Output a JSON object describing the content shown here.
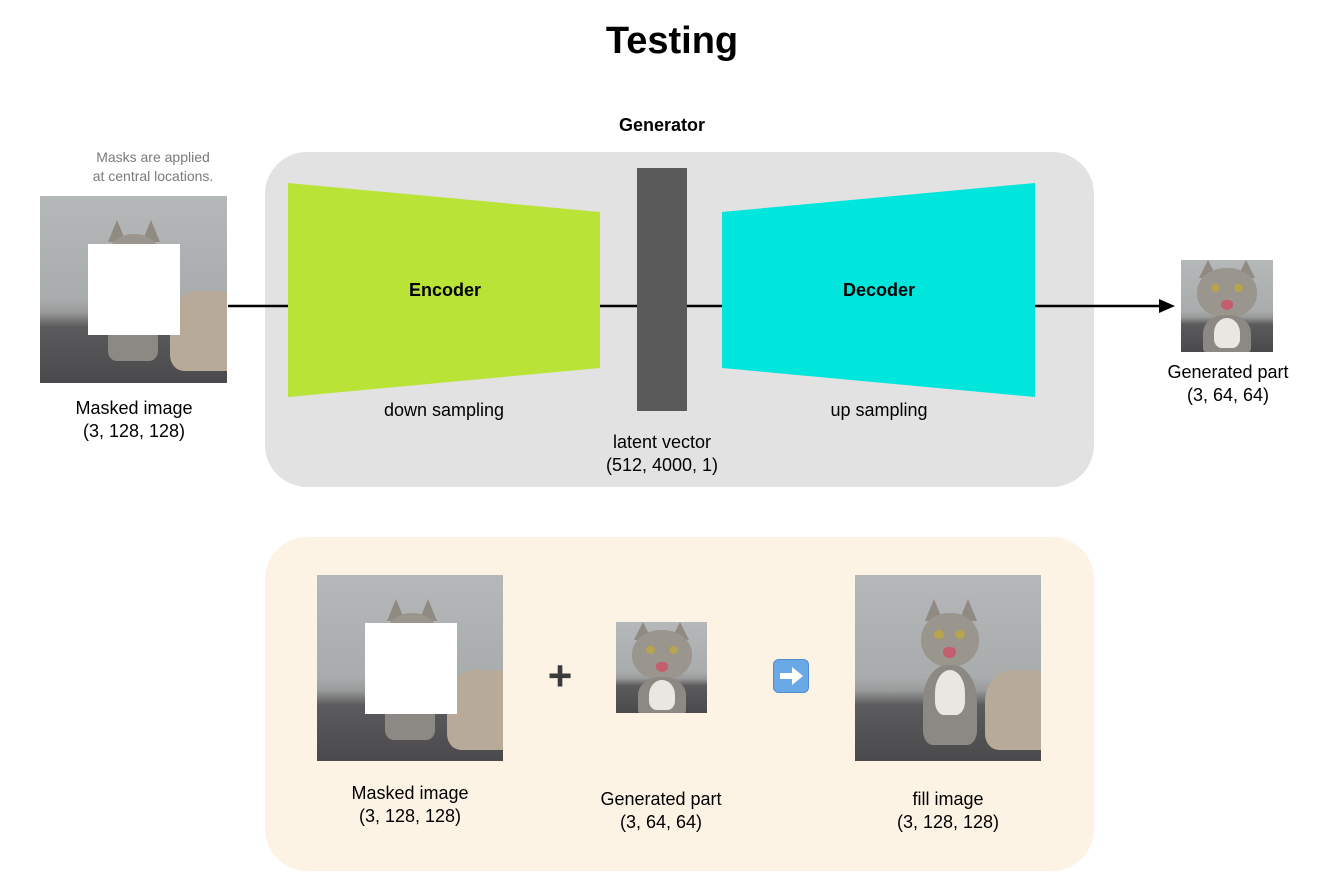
{
  "title": "Testing",
  "generator": {
    "title": "Generator",
    "encoder_label": "Encoder",
    "decoder_label": "Decoder",
    "down_sampling": "down sampling",
    "up_sampling": "up sampling",
    "latent_label": "latent vector",
    "latent_shape": "(512, 4000, 1)"
  },
  "input": {
    "note_line1": "Masks are applied",
    "note_line2": "at central locations.",
    "label": "Masked image",
    "shape": "(3, 128, 128)"
  },
  "output": {
    "label": "Generated part",
    "shape": "(3, 64, 64)"
  },
  "combine": {
    "masked_label": "Masked image",
    "masked_shape": "(3, 128, 128)",
    "plus": "+",
    "generated_label": "Generated part",
    "generated_shape": "(3, 64, 64)",
    "fill_label": "fill image",
    "fill_shape": "(3, 128, 128)"
  },
  "colors": {
    "encoder": "#b9e337",
    "decoder": "#00e5dc",
    "latent": "#5a5a5a",
    "generator_panel": "#e2e2e2",
    "bottom_panel": "#fdf3e5"
  },
  "icons": {
    "arrow": "right-arrow-emoji-icon"
  }
}
